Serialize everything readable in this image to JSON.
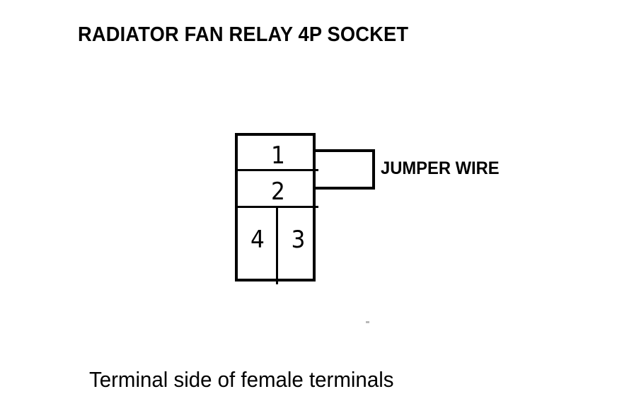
{
  "document": {
    "title": "RADIATOR FAN RELAY 4P SOCKET",
    "caption": "Terminal side of female terminals",
    "background_color": "#ffffff",
    "line_color": "#000000"
  },
  "diagram": {
    "name": "radiator-fan-relay-4p-socket",
    "socket": {
      "terminal_count": 4,
      "cells": [
        {
          "id": "terminal-1",
          "label": "1",
          "position": "top-full-width"
        },
        {
          "id": "terminal-2",
          "label": "2",
          "position": "middle-full-width"
        },
        {
          "id": "terminal-4",
          "label": "4",
          "position": "bottom-left"
        },
        {
          "id": "terminal-3",
          "label": "3",
          "position": "bottom-right"
        }
      ]
    },
    "jumper_wire": {
      "label": "JUMPER WIRE",
      "connects": [
        "terminal-1",
        "terminal-2"
      ],
      "side": "right"
    }
  }
}
